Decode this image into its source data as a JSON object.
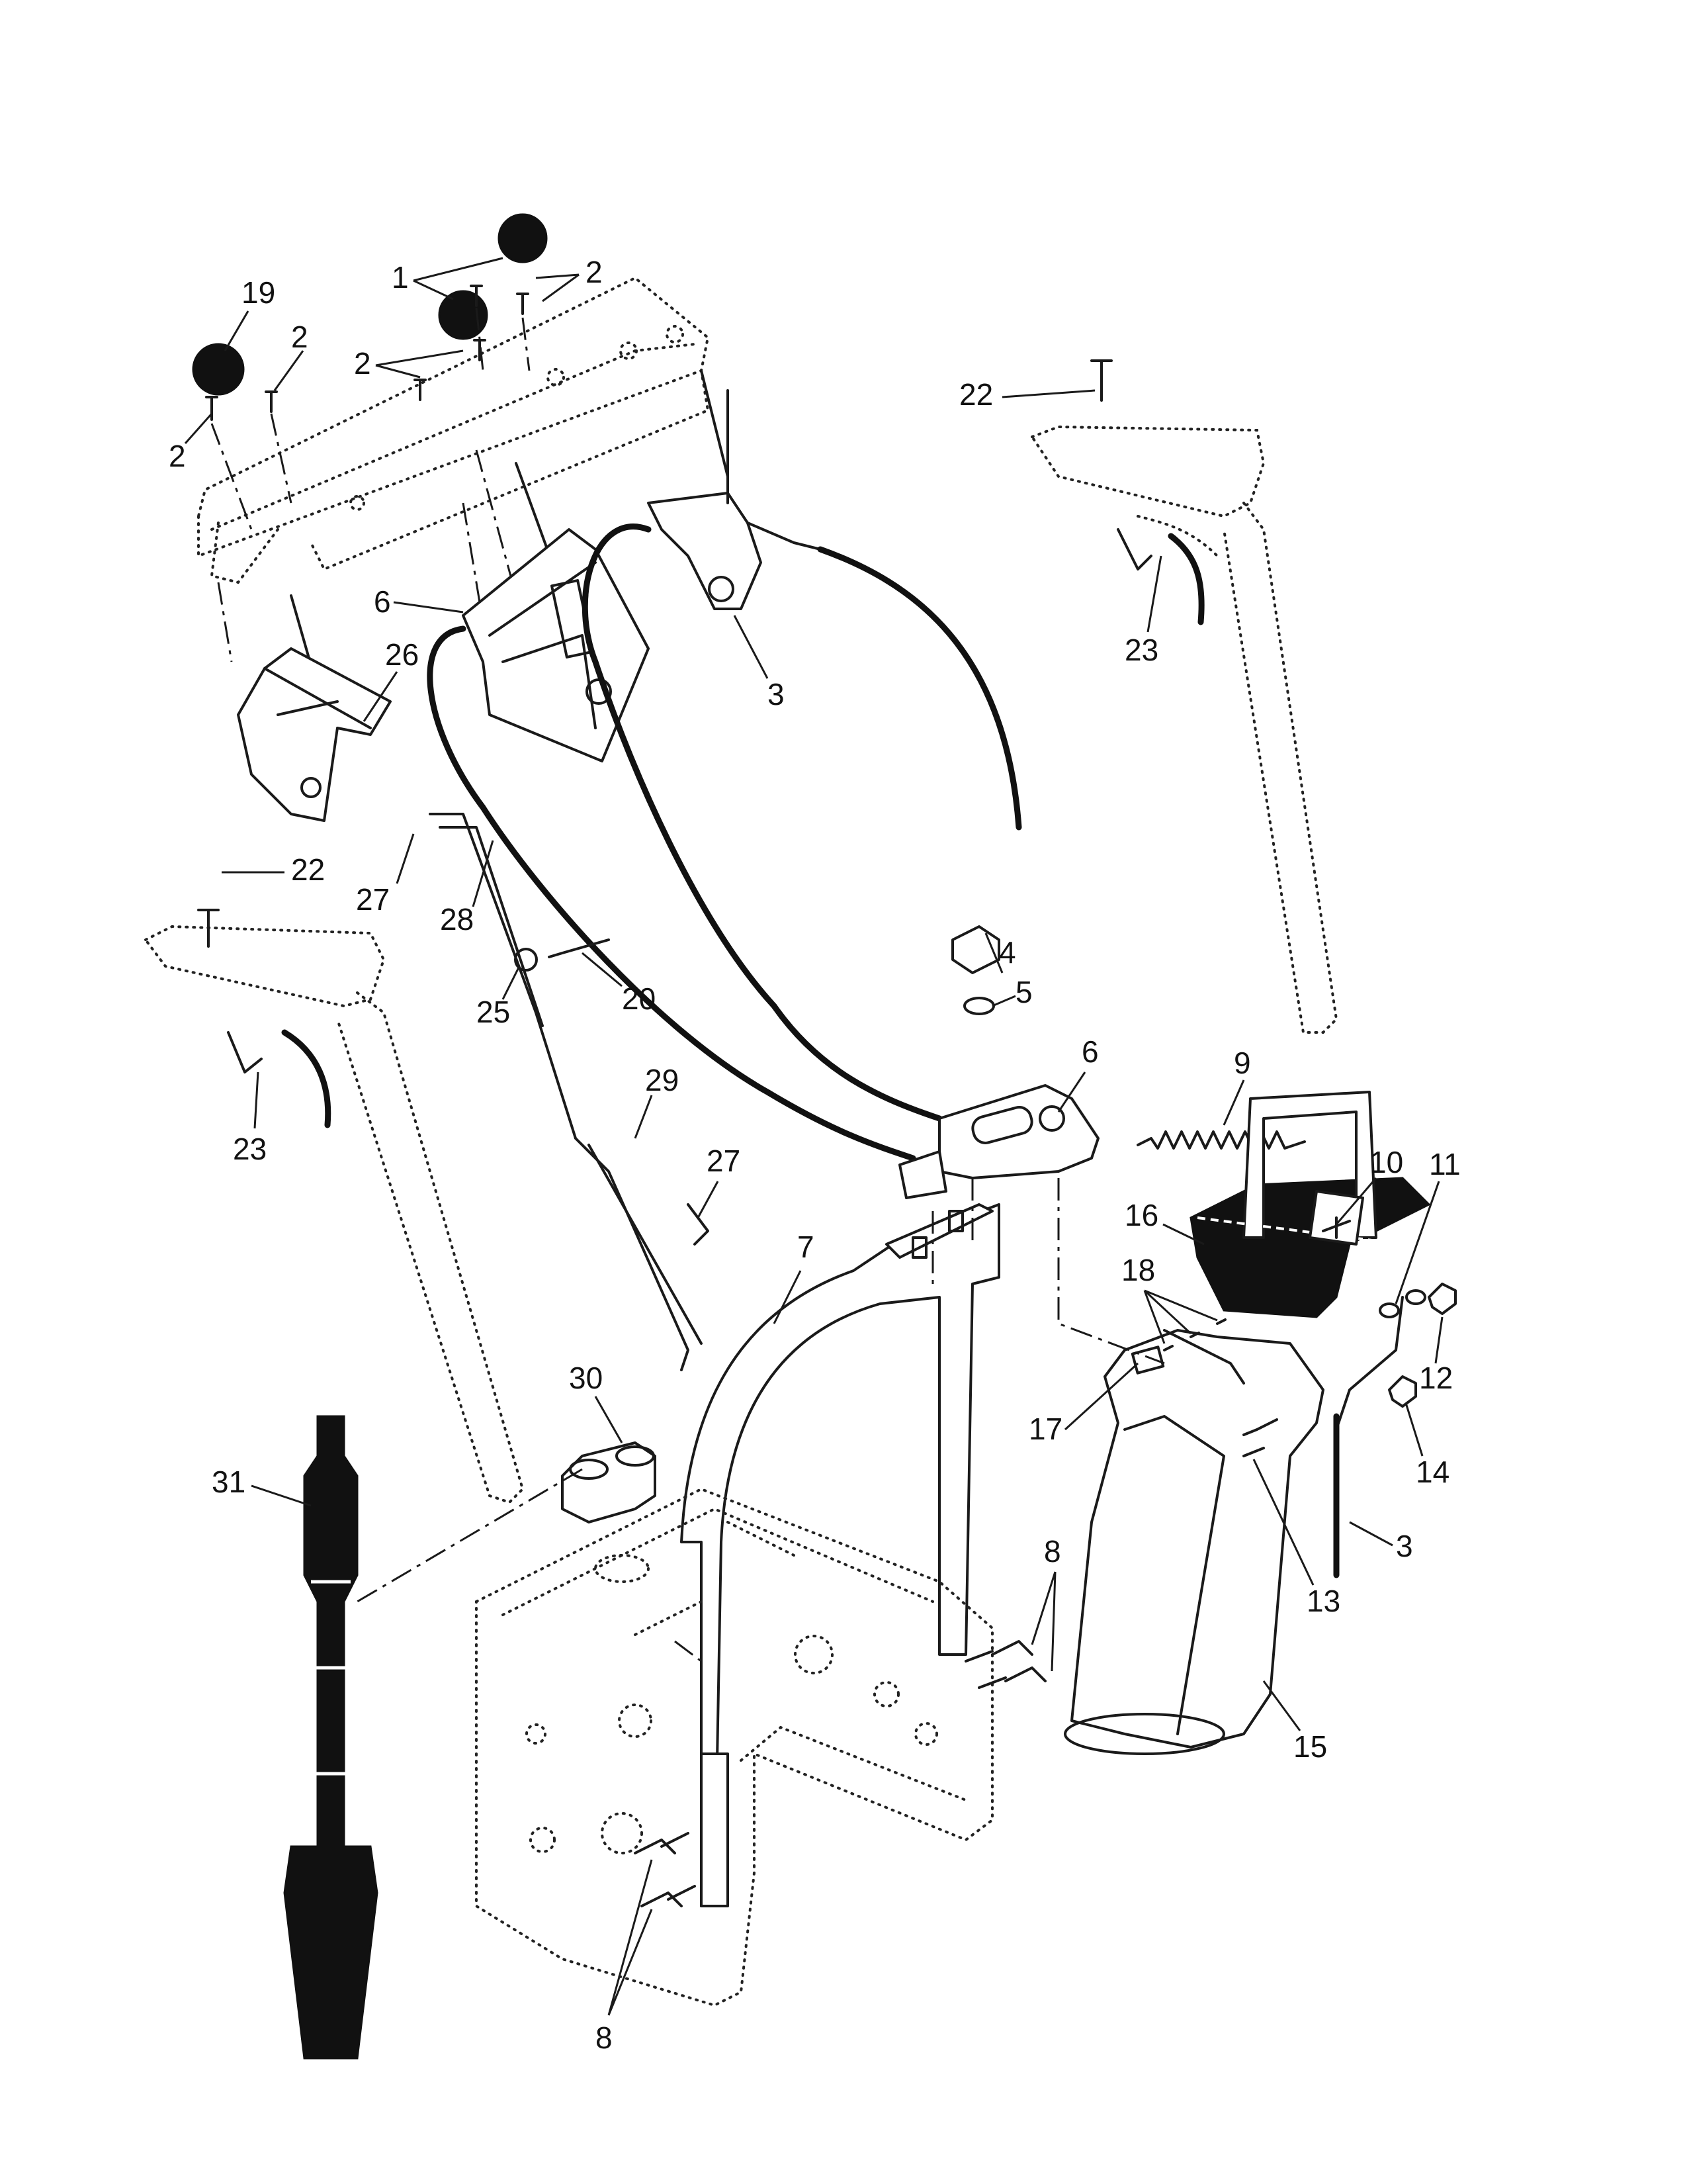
{
  "callouts": [
    {
      "id": "c1",
      "label": "1"
    },
    {
      "id": "c2a",
      "label": "2"
    },
    {
      "id": "c2b",
      "label": "2"
    },
    {
      "id": "c2c",
      "label": "2"
    },
    {
      "id": "c2d",
      "label": "2"
    },
    {
      "id": "c19",
      "label": "19"
    },
    {
      "id": "c22a",
      "label": "22"
    },
    {
      "id": "c23a",
      "label": "23"
    },
    {
      "id": "c6a",
      "label": "6"
    },
    {
      "id": "c3a",
      "label": "3"
    },
    {
      "id": "c26",
      "label": "26"
    },
    {
      "id": "c27a",
      "label": "27"
    },
    {
      "id": "c22b",
      "label": "22"
    },
    {
      "id": "c28",
      "label": "28"
    },
    {
      "id": "c20",
      "label": "20"
    },
    {
      "id": "c25",
      "label": "25"
    },
    {
      "id": "c23b",
      "label": "23"
    },
    {
      "id": "c4",
      "label": "4"
    },
    {
      "id": "c5",
      "label": "5"
    },
    {
      "id": "c6b",
      "label": "6"
    },
    {
      "id": "c9",
      "label": "9"
    },
    {
      "id": "c29",
      "label": "29"
    },
    {
      "id": "c10",
      "label": "10"
    },
    {
      "id": "c11",
      "label": "11"
    },
    {
      "id": "c27b",
      "label": "27"
    },
    {
      "id": "c16",
      "label": "16"
    },
    {
      "id": "c7",
      "label": "7"
    },
    {
      "id": "c18",
      "label": "18"
    },
    {
      "id": "c12",
      "label": "12"
    },
    {
      "id": "c30",
      "label": "30"
    },
    {
      "id": "c17",
      "label": "17"
    },
    {
      "id": "c14",
      "label": "14"
    },
    {
      "id": "c31",
      "label": "31"
    },
    {
      "id": "c3b",
      "label": "3"
    },
    {
      "id": "c13",
      "label": "13"
    },
    {
      "id": "c8a",
      "label": "8"
    },
    {
      "id": "c15",
      "label": "15"
    },
    {
      "id": "c8b",
      "label": "8"
    }
  ]
}
